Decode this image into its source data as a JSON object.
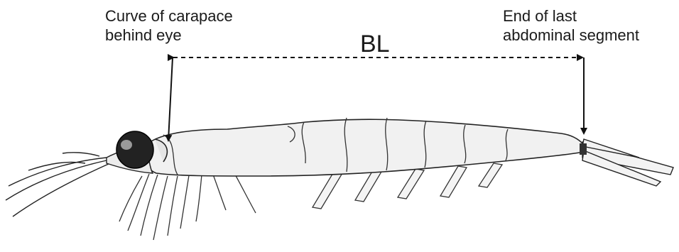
{
  "labels": {
    "left_line1": "Curve of carapace",
    "left_line2": "behind eye",
    "right_line1": "End of last",
    "right_line2": "abdominal segment",
    "measure": "BL"
  },
  "colors": {
    "ink": "#111111",
    "body_fill": "#f1f1f1",
    "background": "#ffffff"
  }
}
